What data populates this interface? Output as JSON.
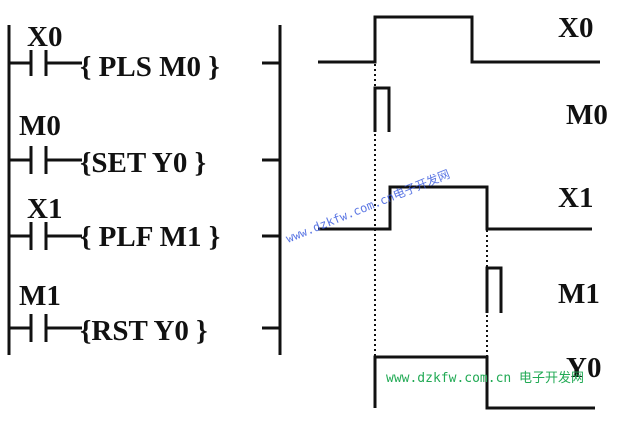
{
  "ladder": {
    "rungs": [
      {
        "contact": "X0",
        "instruction": "{ PLS M0 }"
      },
      {
        "contact": "M0",
        "instruction": "{SET Y0  }"
      },
      {
        "contact": "X1",
        "instruction": "{ PLF M1 }"
      },
      {
        "contact": "M1",
        "instruction": "{RST Y0  }"
      }
    ]
  },
  "timing": {
    "signals": [
      "X0",
      "M0",
      "X1",
      "M1",
      "Y0"
    ]
  },
  "watermarks": {
    "diagonal": "www.dzkfw.com.cn电子开发网",
    "bottom": "www.dzkfw.com.cn 电子开发网"
  }
}
